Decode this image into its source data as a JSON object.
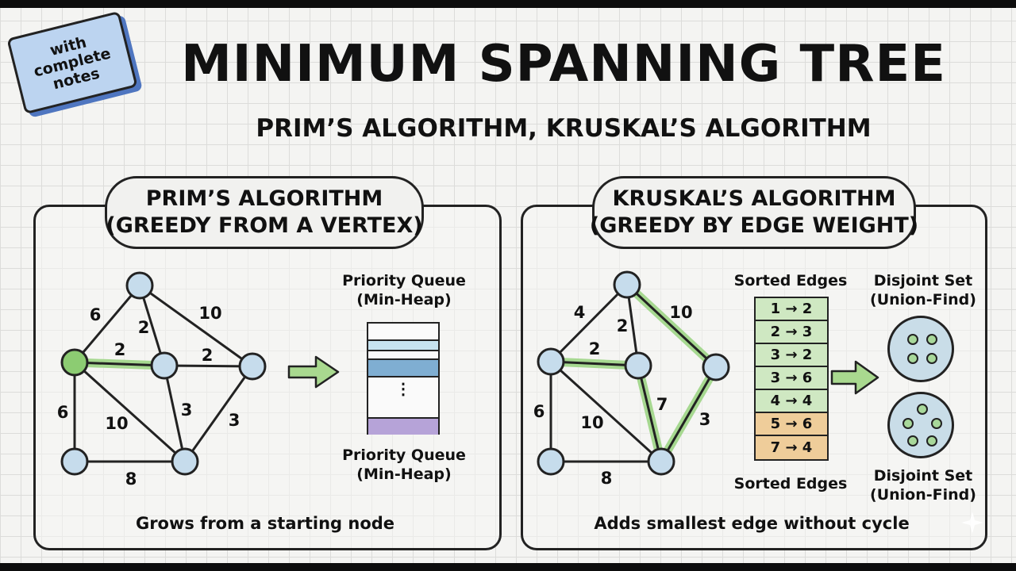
{
  "badge": {
    "lines": [
      "with",
      "complete",
      "notes"
    ]
  },
  "title": "MINIMUM SPANNING TREE",
  "subtitle": "PRIM’S ALGORITHM, KRUSKAL’S ALGORITHM",
  "prim": {
    "title_line1": "PRIM’S ALGORITHM",
    "title_line2": "(GREEDY FROM A VERTEX)",
    "edge_weights": [
      "6",
      "2",
      "10",
      "2",
      "2",
      "6",
      "10",
      "3",
      "3",
      "8"
    ],
    "queue_label_top": [
      "Priority Queue",
      "(Min-Heap)"
    ],
    "queue_label_bottom": [
      "Priority Queue",
      "(Min-Heap)"
    ],
    "queue_dots": "⋮",
    "caption": "Grows from a starting node"
  },
  "kruskal": {
    "title_line1": "KRUSKAL’S ALGORITHM",
    "title_line2": "(GREEDY BY EDGE WEIGHT)",
    "edge_weights": [
      "4",
      "2",
      "10",
      "2",
      "6",
      "10",
      "7",
      "3",
      "8"
    ],
    "sorted_label_top": "Sorted Edges",
    "sorted_label_bottom": "Sorted Edges",
    "sorted_edges": [
      "1 → 2",
      "2 → 3",
      "3 → 2",
      "3 → 6",
      "4 → 4",
      "5 → 6",
      "7 → 4"
    ],
    "set_label_top": [
      "Disjoint Set",
      "(Union-Find)"
    ],
    "set_label_bottom": [
      "Disjoint Set",
      "(Union-Find)"
    ],
    "caption": "Adds smallest edge without cycle"
  },
  "colors": {
    "node": "#c6dcec",
    "start_node": "#8ccc72",
    "mst_edge": "#a6d890",
    "arrow": "#a9d98f",
    "heap_light": "#c7e3ef",
    "heap_blue": "#7faed2",
    "heap_purple": "#b6a3d8",
    "sorted_green": "#cfe8c2",
    "sorted_orange": "#efcd9a"
  }
}
